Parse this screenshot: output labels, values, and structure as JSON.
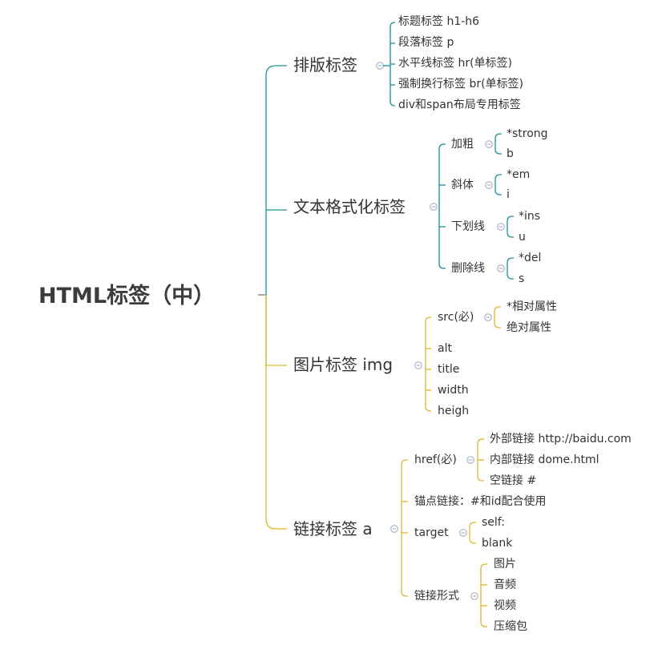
{
  "root": "HTML标签（中）",
  "colors": {
    "teal": "#1a8f96",
    "gold": "#e0b52a",
    "collapse": "#9aa6c6"
  },
  "branches": [
    {
      "label": "排版标签",
      "color": "teal",
      "children": [
        {
          "label": "标题标签 h1-h6"
        },
        {
          "label": "段落标签 p"
        },
        {
          "label": "水平线标签 hr(单标签)"
        },
        {
          "label": "强制换行标签 br(单标签)"
        },
        {
          "label": "div和span布局专用标签"
        }
      ]
    },
    {
      "label": "文本格式化标签",
      "color": "teal",
      "children": [
        {
          "label": "加粗",
          "children": [
            {
              "label": "*strong"
            },
            {
              "label": "b"
            }
          ]
        },
        {
          "label": "斜体",
          "children": [
            {
              "label": "*em"
            },
            {
              "label": "i"
            }
          ]
        },
        {
          "label": "下划线",
          "children": [
            {
              "label": "*ins"
            },
            {
              "label": "u"
            }
          ]
        },
        {
          "label": "删除线",
          "children": [
            {
              "label": "*del"
            },
            {
              "label": "s"
            }
          ]
        }
      ]
    },
    {
      "label": "图片标签 img",
      "color": "gold",
      "children": [
        {
          "label": "src(必)",
          "children": [
            {
              "label": "*相对属性"
            },
            {
              "label": "绝对属性"
            }
          ]
        },
        {
          "label": "alt"
        },
        {
          "label": "title"
        },
        {
          "label": "width"
        },
        {
          "label": "heigh"
        }
      ]
    },
    {
      "label": "链接标签 a",
      "color": "gold",
      "children": [
        {
          "label": "href(必)",
          "children": [
            {
              "label": "外部链接 http://baidu.com"
            },
            {
              "label": "内部链接 dome.html"
            },
            {
              "label": "空链接 #"
            }
          ]
        },
        {
          "label": "锚点链接：#和id配合使用"
        },
        {
          "label": "target",
          "children": [
            {
              "label": "self:"
            },
            {
              "label": "blank"
            }
          ]
        },
        {
          "label": "链接形式",
          "children": [
            {
              "label": "图片"
            },
            {
              "label": "音频"
            },
            {
              "label": "视频"
            },
            {
              "label": "压缩包"
            }
          ]
        }
      ]
    }
  ]
}
